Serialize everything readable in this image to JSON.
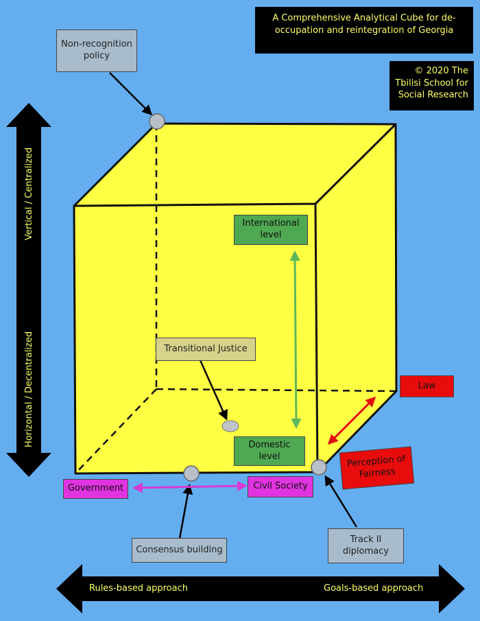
{
  "title": "A Comprehensive Analytical Cube for de-occupation and reintegration of Georgia",
  "copyright": {
    "symbol": "©",
    "year": "2020",
    "org": "The Tbilisi School for Social Research"
  },
  "vertical_axis": {
    "top_label": "Vertical / Centralized",
    "bottom_label": "Horizontal / Decentralized"
  },
  "horizontal_axis": {
    "left_label": "Rules-based approach",
    "right_label": "Goals-based approach"
  },
  "boxes": {
    "non_recognition": "Non-recognition policy",
    "international_level": "International level",
    "domestic_level": "Domestic level",
    "transitional_justice": "Transitional Justice",
    "law": "Law",
    "perception_of_fairness": "Perception of Fairness",
    "government": "Government",
    "civil_society": "Civil Society",
    "consensus_building": "Consensus building",
    "track_ii": "Track II diplomacy"
  },
  "colors": {
    "background": "#64aef0",
    "cube": "#ffff44",
    "banner_text": "#ffff66",
    "green_arrow": "#5cb85c",
    "magenta_arrow": "#d63ad6",
    "red_arrow": "#e01010"
  }
}
